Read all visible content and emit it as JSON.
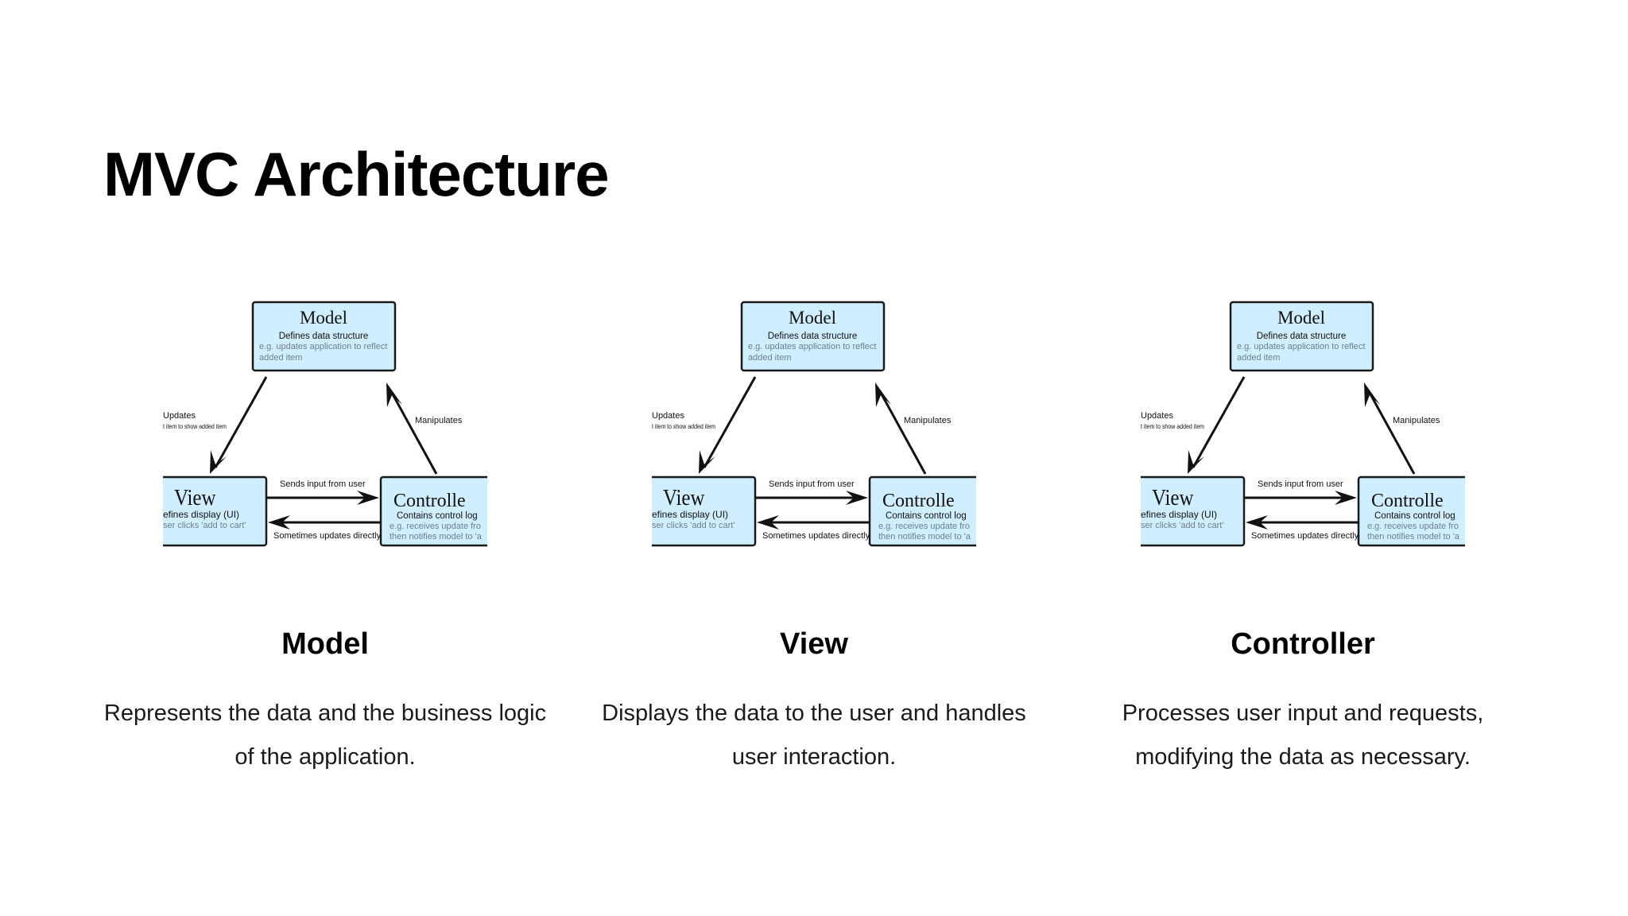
{
  "slide": {
    "title": "MVC Architecture"
  },
  "diagram": {
    "model_box": {
      "title": "Model",
      "subtitle": "Defines data structure",
      "example_line1": "e.g. updates application to reflect",
      "example_line2": "added item"
    },
    "view_box": {
      "title": "View",
      "subtitle": "efines display (UI)",
      "example_line1": "ser clicks 'add to cart'"
    },
    "controller_box": {
      "title": "Controlle",
      "subtitle": "Contains control log",
      "example_line1": "e.g. receives update fro",
      "example_line2": "then notifies model to 'a"
    },
    "arrows": {
      "updates": "Updates",
      "updates_sub": "t item to show added item",
      "manipulates": "Manipulates",
      "sends_input": "Sends input from user",
      "sometimes_updates": "Sometimes updates directly"
    },
    "colors": {
      "box_fill": "#cfeeff",
      "box_stroke": "#1a1a1a",
      "example_text": "#6e7f8e"
    }
  },
  "columns": [
    {
      "heading": "Model",
      "description": "Represents the data and the business logic of the application."
    },
    {
      "heading": "View",
      "description": "Displays the data to the user and handles user interaction."
    },
    {
      "heading": "Controller",
      "description": "Processes user input and requests, modifying the data as necessary."
    }
  ]
}
